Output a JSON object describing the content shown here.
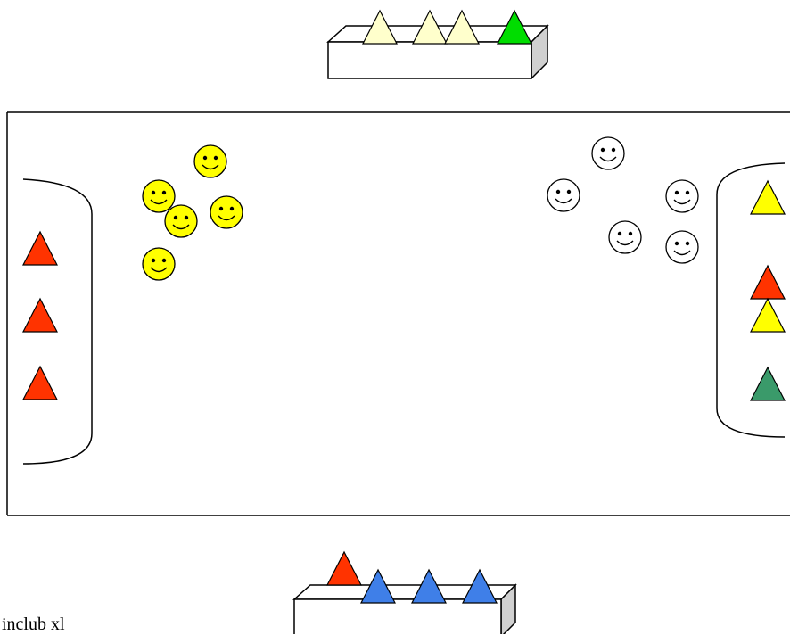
{
  "caption": "inclub xl",
  "colors": {
    "field_line": "#000000",
    "red_cone": "#ff3300",
    "light_yellow_cone": "#ffffcc",
    "yellow_cone": "#ffff00",
    "green_cone": "#00dd00",
    "teal_cone": "#3a9a6a",
    "blue_cone": "#3f7fe8",
    "yellow_player": "#ffff00",
    "white_player": "#ffffff",
    "bench_side": "#d0d0d0"
  },
  "top_bench": {
    "cones": [
      "light-yellow",
      "light-yellow",
      "light-yellow",
      "green"
    ]
  },
  "bottom_bench": {
    "cones": [
      "red",
      "blue",
      "blue",
      "blue"
    ]
  },
  "left_goal_cones": [
    "red",
    "red",
    "red"
  ],
  "right_goal_cones": [
    "yellow",
    "red",
    "yellow",
    "teal"
  ],
  "yellow_team": {
    "player_count": 5,
    "icon": "smiley-face-icon"
  },
  "white_team": {
    "player_count": 5,
    "icon": "smiley-face-icon"
  }
}
